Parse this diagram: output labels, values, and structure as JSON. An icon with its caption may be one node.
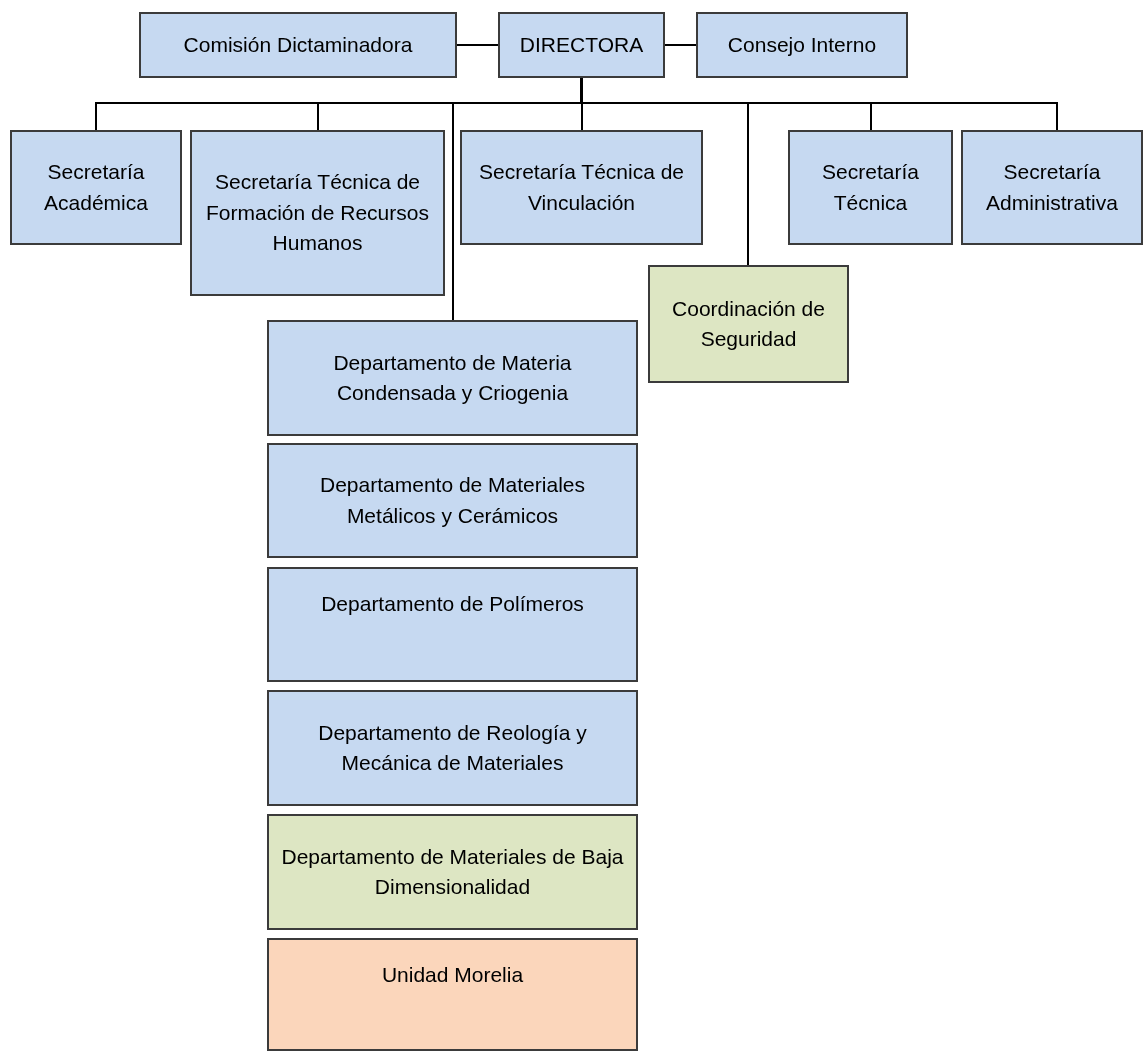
{
  "diagram": {
    "nodes": [
      {
        "text": [
          "Comisión Dictaminadora"
        ]
      },
      {
        "text": [
          "DIRECTORA"
        ]
      },
      {
        "text": [
          "Consejo Interno"
        ]
      },
      {
        "text": [
          "Secretaría Académica"
        ]
      },
      {
        "text": [
          "Secretaría Técnica de Formación de Recursos Humanos"
        ]
      },
      {
        "text": [
          "Secretaría Técnica de Vinculación"
        ]
      },
      {
        "text": [
          "Secretaría Técnica"
        ]
      },
      {
        "text": [
          "Secretaría Administrativa"
        ]
      },
      {
        "text": [
          "Coordinación de Seguridad"
        ]
      },
      {
        "text": [
          "Departamento de Materia Condensada y Criogenia"
        ]
      },
      {
        "text": [
          "Departamento de Materiales Metálicos y Cerámicos"
        ]
      },
      {
        "text": [
          "Departamento de Polímeros"
        ]
      },
      {
        "text": [
          "Departamento de Reología y Mecánica de Materiales"
        ]
      },
      {
        "text": [
          "Departamento de Materiales de Baja Dimensionalidad"
        ]
      },
      {
        "text": [
          "Unidad Morelia"
        ]
      }
    ],
    "edges": [
      {
        "from": 1,
        "to": 0,
        "arrow": "none"
      },
      {
        "from": 1,
        "to": 2,
        "arrow": "none"
      },
      {
        "from": 1,
        "to": 3,
        "arrow": "none"
      },
      {
        "from": 1,
        "to": 4,
        "arrow": "none"
      },
      {
        "from": 1,
        "to": 9,
        "arrow": "none"
      },
      {
        "from": 1,
        "to": 5,
        "arrow": "none"
      },
      {
        "from": 1,
        "to": 8,
        "arrow": "none"
      },
      {
        "from": 1,
        "to": 6,
        "arrow": "none"
      },
      {
        "from": 1,
        "to": 7,
        "arrow": "none"
      }
    ]
  }
}
